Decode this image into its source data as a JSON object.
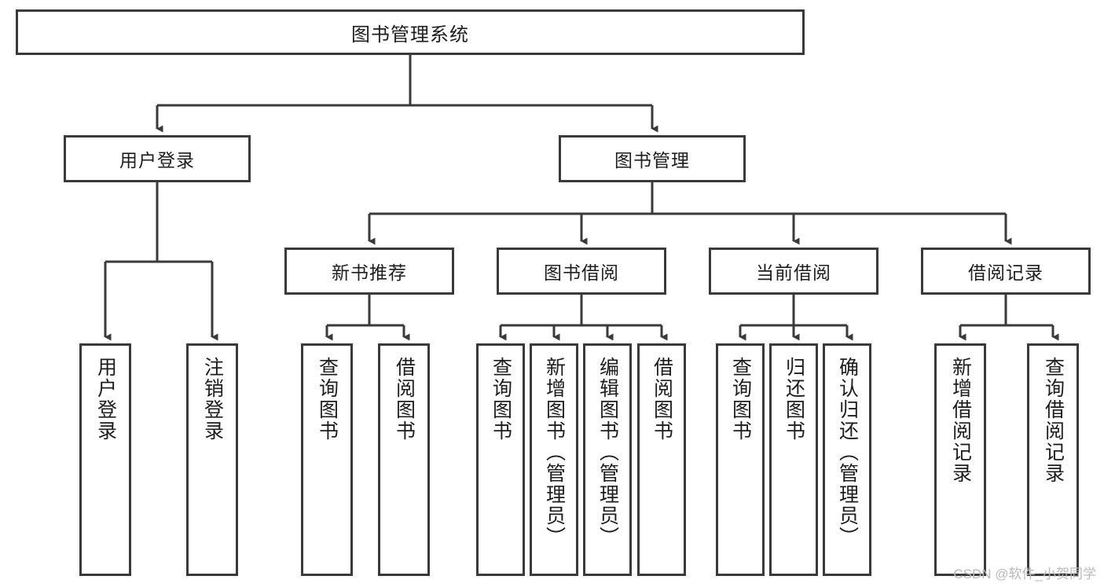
{
  "diagram": {
    "title": "图书管理系统",
    "type": "tree",
    "root": {
      "label": "图书管理系统"
    },
    "level2": [
      {
        "label": "用户登录"
      },
      {
        "label": "图书管理"
      }
    ],
    "level3": [
      {
        "label": "新书推荐"
      },
      {
        "label": "图书借阅"
      },
      {
        "label": "当前借阅"
      },
      {
        "label": "借阅记录"
      }
    ],
    "leaves": {
      "user_login": [
        {
          "label": "用户登录"
        },
        {
          "label": "注销登录"
        }
      ],
      "new_book": [
        {
          "label": "查询图书"
        },
        {
          "label": "借阅图书"
        }
      ],
      "book_borrow": [
        {
          "label": "查询图书"
        },
        {
          "label": "新增图书（管理员）"
        },
        {
          "label": "编辑图书（管理员）"
        },
        {
          "label": "借阅图书"
        }
      ],
      "current_borrow": [
        {
          "label": "查询图书"
        },
        {
          "label": "归还图书"
        },
        {
          "label": "确认归还（管理员）"
        }
      ],
      "borrow_record": [
        {
          "label": "新增借阅记录"
        },
        {
          "label": "查询借阅记录"
        }
      ]
    }
  },
  "watermark": {
    "text": "CSDN @软件_小贺同学"
  },
  "colors": {
    "border": "#3a3a3a",
    "text": "#1d1d1d",
    "background": "#ffffff",
    "watermark": "#b9b9b9"
  }
}
